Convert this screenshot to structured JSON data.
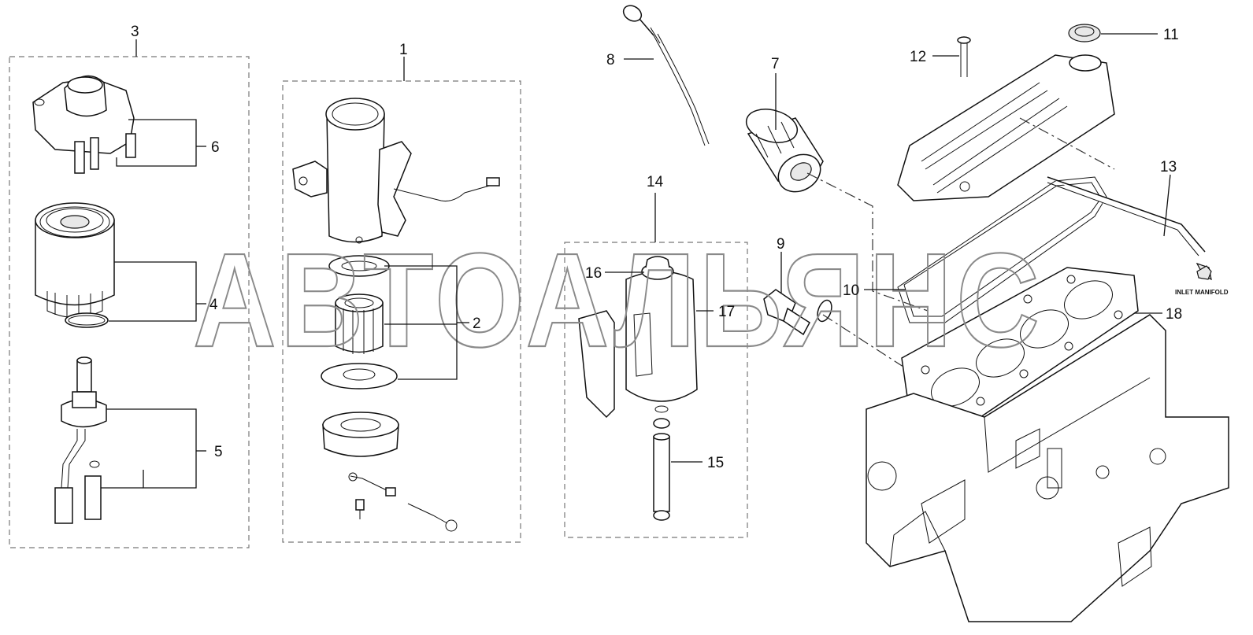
{
  "watermark": "АВТОАЛЬЯНС",
  "inlet_label": "INLET MANIFOLD",
  "callouts": {
    "c1": "1",
    "c2": "2",
    "c3": "3",
    "c4": "4",
    "c5": "5",
    "c6": "6",
    "c7": "7",
    "c8": "8",
    "c9": "9",
    "c10": "10",
    "c11": "11",
    "c12": "12",
    "c13": "13",
    "c14": "14",
    "c15": "15",
    "c16": "16",
    "c17": "17",
    "c18": "18"
  }
}
